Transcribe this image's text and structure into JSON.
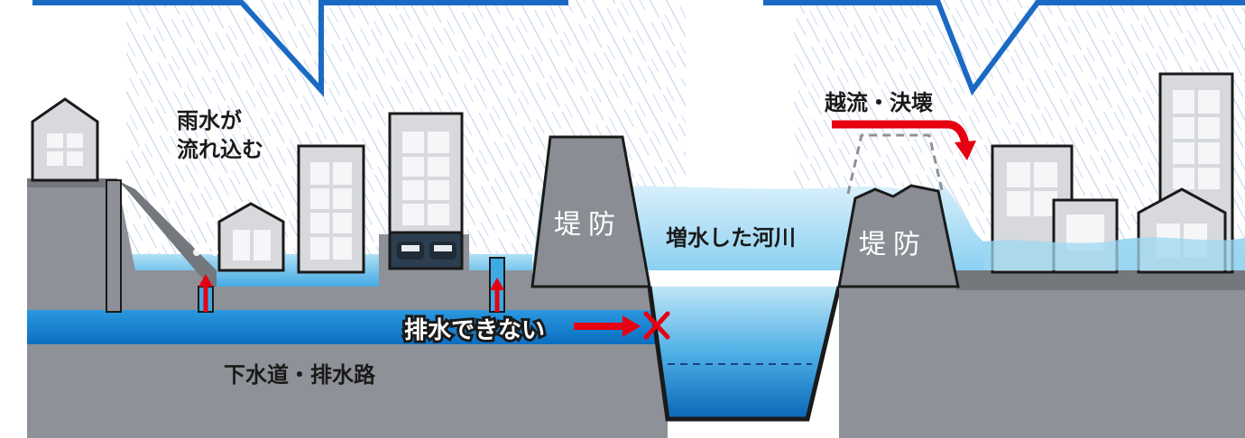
{
  "labels": {
    "rain_inflow_line1": "雨水が",
    "rain_inflow_line2": "流れ込む",
    "embankment_left": "堤防",
    "embankment_right": "堤防",
    "swollen_river": "増水した河川",
    "overflow_breach": "越流・決壊",
    "cannot_drain": "排水できない",
    "sewer_drain": "下水道・排水路"
  },
  "icons": {
    "blocked_mark": "cross-icon",
    "flow_arrow": "red-arrow-icon",
    "backflow_arrow": "red-up-arrow-icon",
    "cars": "car-icon"
  },
  "colors": {
    "ground": "#8b8e94",
    "ground_top": "#7a7d82",
    "water_light": "#8fd3f3",
    "water_deep": "#0e78c9",
    "water_mid": "#3fa9e4",
    "building": "#d7d9dc",
    "window": "#f3f4f5",
    "outline": "#1a1a1a",
    "rain_line": "#2f5fa8",
    "arrow_red": "#e60012"
  }
}
